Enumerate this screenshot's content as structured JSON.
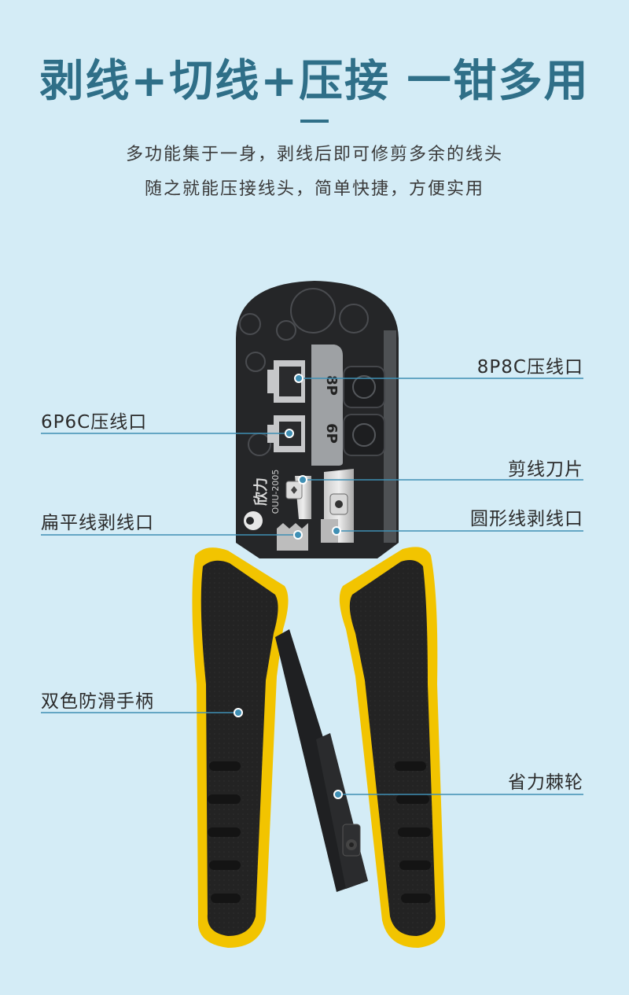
{
  "header": {
    "title": "剥线+切线+压接 一钳多用",
    "line1": "多功能集于一身，剥线后即可修剪多余的线头",
    "line2": "随之就能压接线头，简单快捷，方便实用"
  },
  "callouts": {
    "port_8p8c": "8P8C压线口",
    "port_6p6c": "6P6C压线口",
    "cutting_blade": "剪线刀片",
    "flat_stripper": "扁平线剥线口",
    "round_stripper": "圆形线剥线口",
    "handle": "双色防滑手柄",
    "ratchet": "省力棘轮"
  },
  "tool": {
    "die_8p": "8P",
    "die_6p": "6P",
    "brand": "欣力",
    "model": "OUU-2005"
  },
  "colors": {
    "background": "#d4ecf6",
    "title": "#2f6f88",
    "callout_line": "#3f8fb4",
    "handle_yellow": "#f2c400",
    "handle_black": "#222222"
  }
}
